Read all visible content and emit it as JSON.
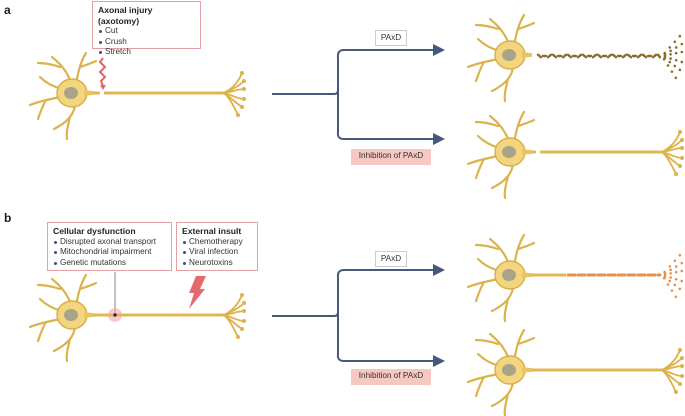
{
  "figure": {
    "colors": {
      "neuron_fill": "#f2d27a",
      "neuron_stroke": "#d9b04a",
      "nucleus": "#a8a289",
      "arrow": "#46597a",
      "injury_red": "#e06468",
      "degenerated_brown": "#8a6d2a",
      "degenerated_orange": "#e8914a",
      "box_border": "#e3a0a6",
      "inhibition_bg": "#f7c7c2"
    },
    "panel_a": {
      "label": "a",
      "injury_box": {
        "title": "Axonal injury (axotomy)",
        "items": [
          "Cut",
          "Crush",
          "Stretch"
        ]
      },
      "injury_icon": "zigzag-arrow-icon",
      "branch_top_label": "PAxD",
      "branch_bottom_label": "Inhibition of PAxD",
      "outcome_top": "fragmented axon (degeneration)",
      "outcome_bottom": "severed but intact distal axon"
    },
    "panel_b": {
      "label": "b",
      "dysfunction_box": {
        "title": "Cellular dysfunction",
        "items": [
          "Disrupted axonal transport",
          "Mitochondrial impairment",
          "Genetic mutations"
        ]
      },
      "insult_box": {
        "title": "External insult",
        "items": [
          "Chemotherapy",
          "Viral infection",
          "Neurotoxins"
        ]
      },
      "insult_icon": "lightning-bolt-icon",
      "branch_top_label": "PAxD",
      "branch_bottom_label": "Inhibition of PAxD",
      "outcome_top": "fragmented axon (degeneration)",
      "outcome_bottom": "intact axon"
    }
  }
}
